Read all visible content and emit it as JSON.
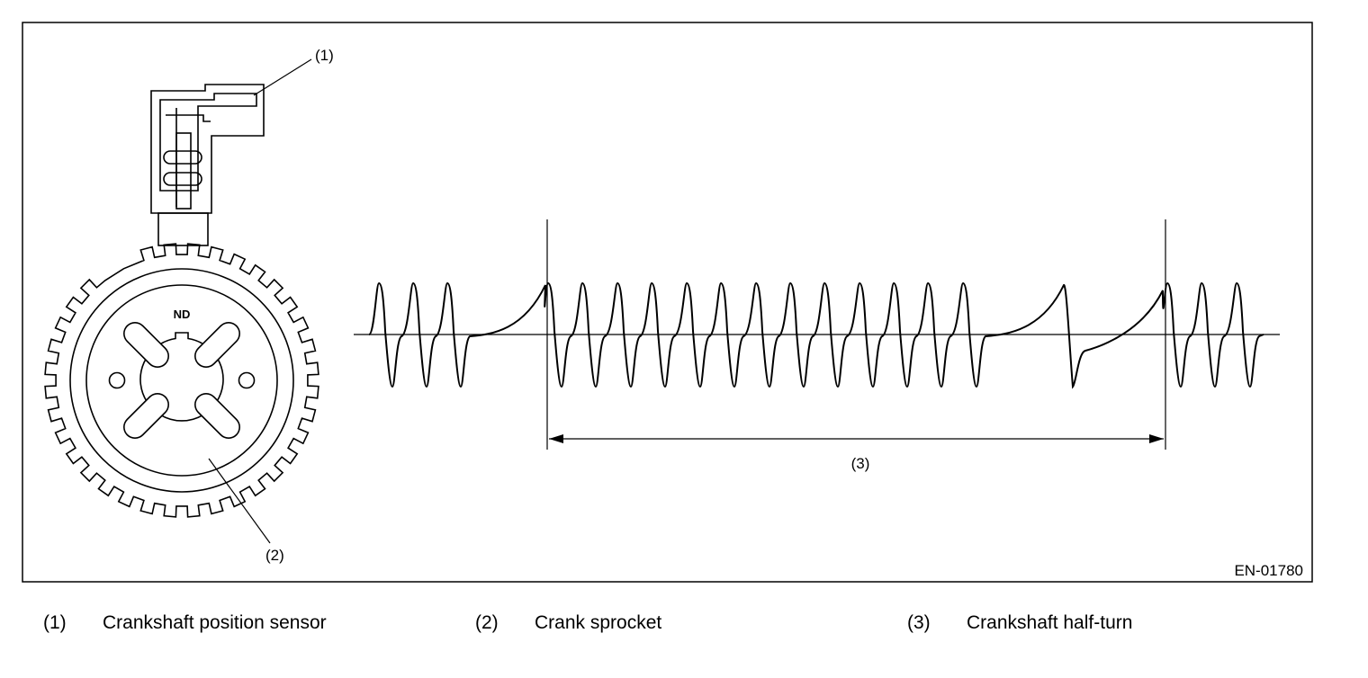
{
  "figure": {
    "code": "EN-01780",
    "callouts": {
      "sensor": "(1)",
      "sprocket": "(2)",
      "half_turn": "(3)"
    },
    "sprocket_mark": "ND"
  },
  "legend": [
    {
      "num": "(1)",
      "text": "Crankshaft position sensor"
    },
    {
      "num": "(2)",
      "text": "Crank sprocket"
    },
    {
      "num": "(3)",
      "text": "Crankshaft half-turn"
    }
  ],
  "colors": {
    "ink": "#000000",
    "paper": "#ffffff"
  }
}
